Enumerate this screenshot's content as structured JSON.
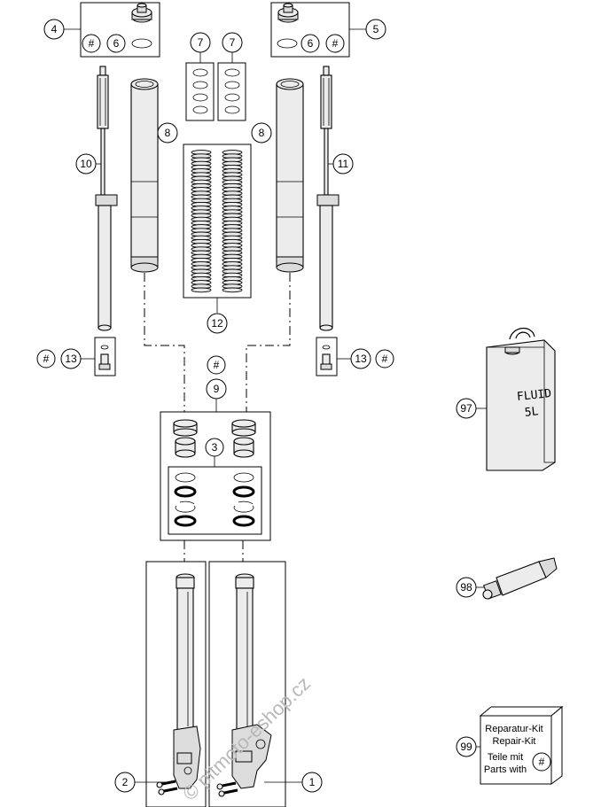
{
  "callouts": {
    "c4": "4",
    "c4_hash": "#",
    "c4_six": "6",
    "c5": "5",
    "c5_hash": "#",
    "c5_six": "6",
    "c7a": "7",
    "c7b": "7",
    "c8a": "8",
    "c8b": "8",
    "c10": "10",
    "c11": "11",
    "c12": "12",
    "c13a": "13",
    "c13a_hash": "#",
    "c13b": "13",
    "c13b_hash": "#",
    "c9_hash": "#",
    "c9": "9",
    "c3": "3",
    "c2": "2",
    "c1": "1",
    "c97": "97",
    "c98": "98",
    "c99": "99"
  },
  "fluid_can": {
    "line1": "FLUID",
    "line2": "5L"
  },
  "repair_kit": {
    "line1": "Reparatur-Kit",
    "line2": "Repair-Kit",
    "line3": "Teile mit",
    "line4": "Parts with",
    "hash": "#"
  },
  "watermark": "© pitmoto-eshop.cz"
}
